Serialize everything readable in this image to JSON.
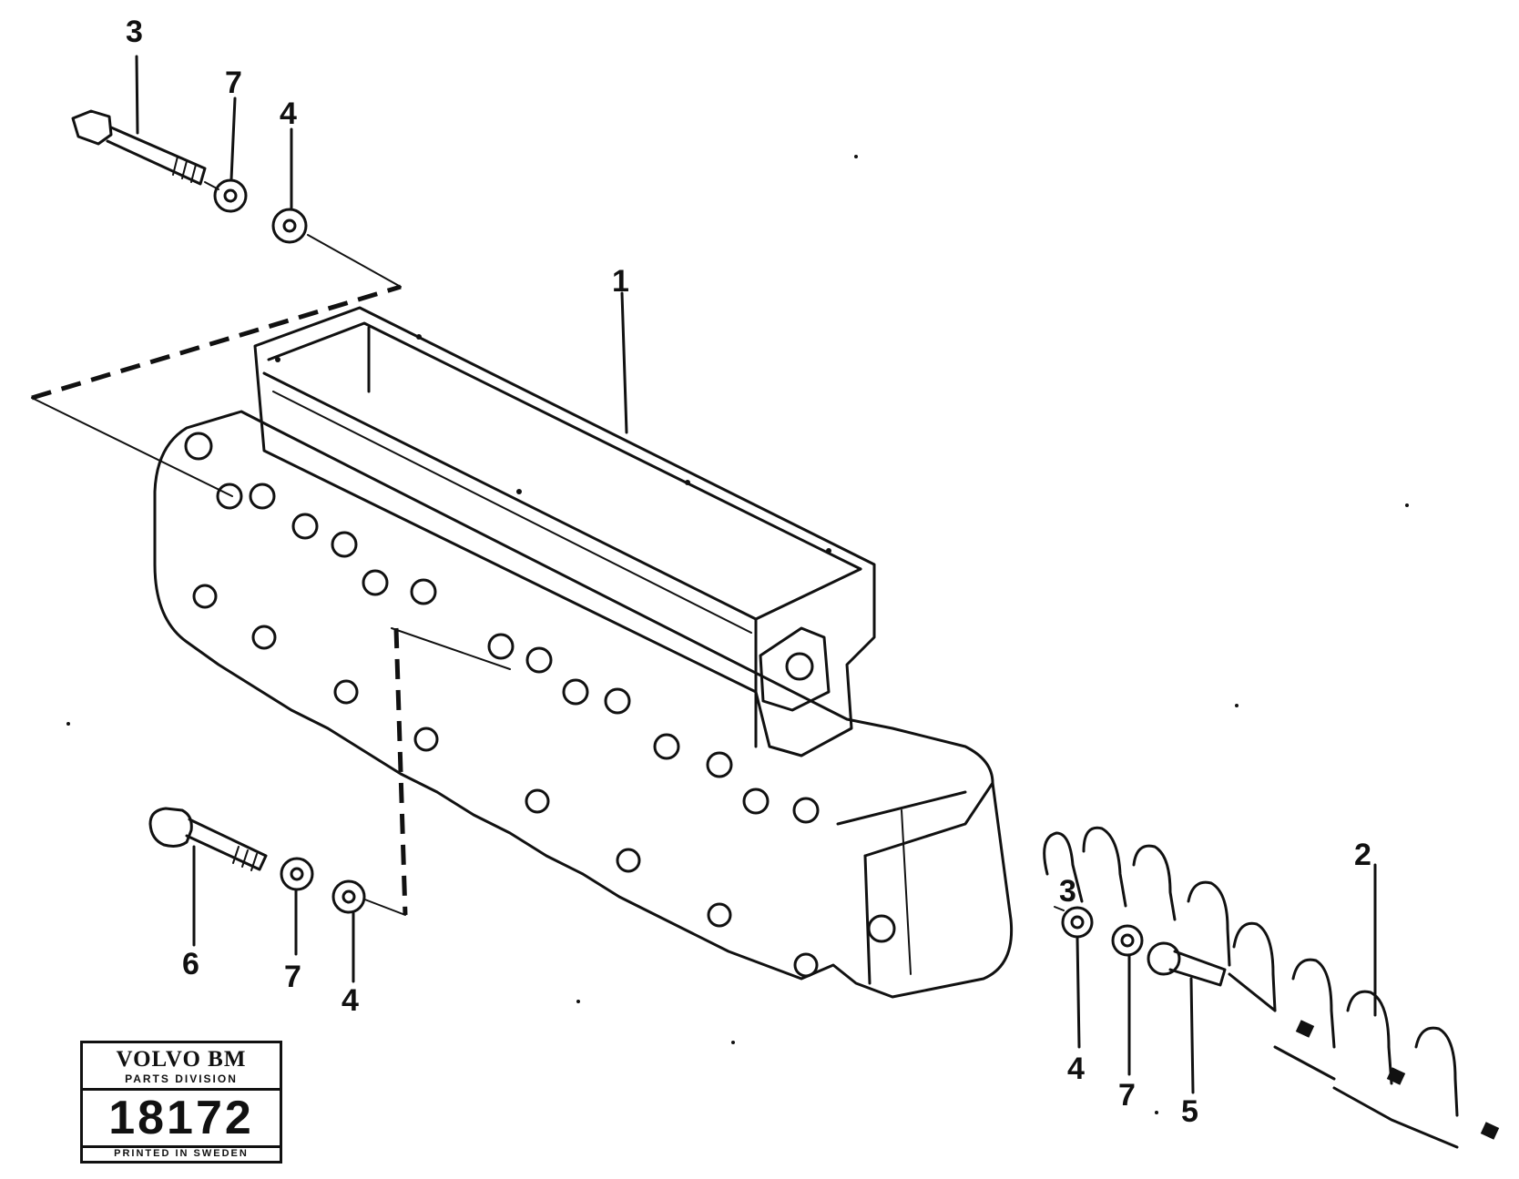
{
  "callouts": {
    "c1": "1",
    "c2": "2",
    "c3_top": "3",
    "c3_right": "3",
    "c4_top": "4",
    "c4_bottom": "4",
    "c4_right": "4",
    "c5": "5",
    "c6": "6",
    "c7_top": "7",
    "c7_bottom": "7",
    "c7_right": "7"
  },
  "stamp": {
    "brand": "VOLVO BM",
    "division": "PARTS DIVISION",
    "number": "18172",
    "printed": "PRINTED IN SWEDEN"
  }
}
